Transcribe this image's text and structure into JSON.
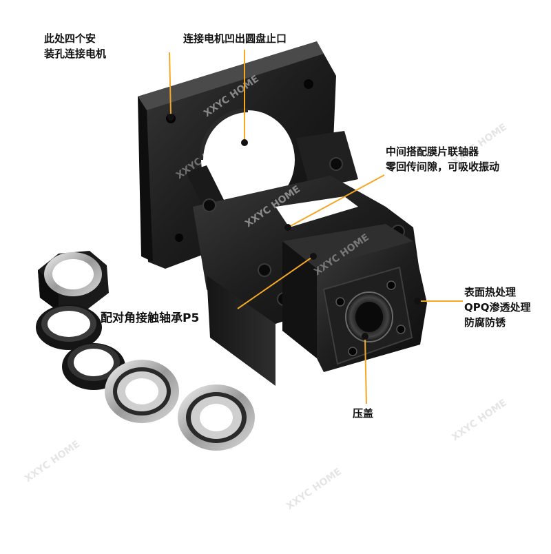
{
  "callouts": {
    "mount_holes": {
      "line1": "此处四个安",
      "line2": "装孔连接电机"
    },
    "motor_spigot": {
      "line1": "连接电机凹出圆盘止口"
    },
    "coupling": {
      "line1": "中间搭配膜片联轴器",
      "line2": "零回传间隙，可吸收振动"
    },
    "bearing": {
      "line1": "配对角接触轴承P5"
    },
    "surface": {
      "line1": "表面热处理",
      "line2": "QPQ渗透处理",
      "line3": "防腐防锈"
    },
    "cover": {
      "line1": "压盖"
    }
  },
  "watermark": "XXYC HOME",
  "colors": {
    "callout_line": "#f5a623",
    "callout_dot": "#111111",
    "metal_dark": "#1c1c1c",
    "text": "#111111"
  }
}
